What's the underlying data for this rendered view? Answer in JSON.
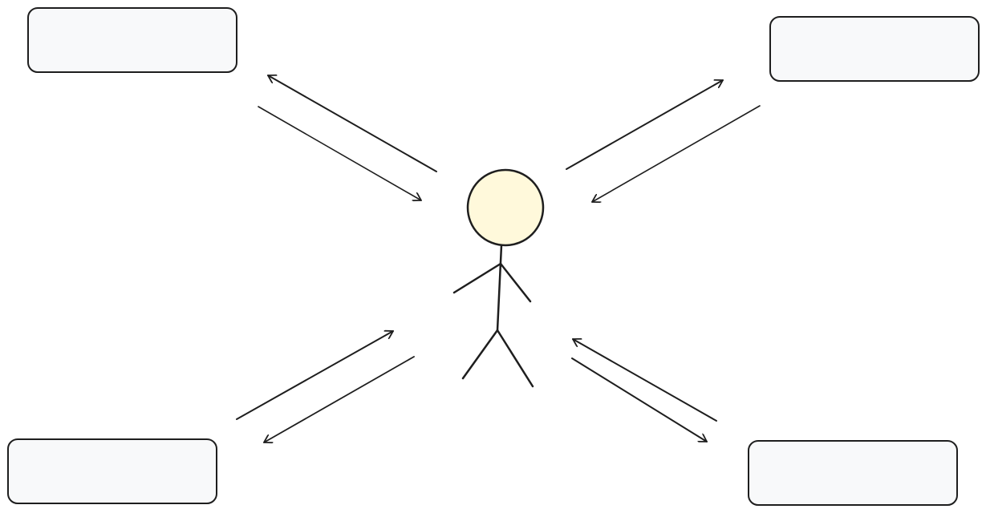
{
  "colors": {
    "stroke": "#1e1e1e",
    "box_fill": "#f8f9fa",
    "head_fill": "#fff9db"
  },
  "boxes": [
    {
      "id": "top-left",
      "label": ""
    },
    {
      "id": "top-right",
      "label": ""
    },
    {
      "id": "bottom-left",
      "label": ""
    },
    {
      "id": "bottom-right",
      "label": ""
    }
  ],
  "person": {
    "label": ""
  },
  "arrows": [
    {
      "from": "person",
      "to": "top-left"
    },
    {
      "from": "top-left",
      "to": "person"
    },
    {
      "from": "person",
      "to": "top-right"
    },
    {
      "from": "top-right",
      "to": "person"
    },
    {
      "from": "person",
      "to": "bottom-left"
    },
    {
      "from": "bottom-left",
      "to": "person"
    },
    {
      "from": "person",
      "to": "bottom-right"
    },
    {
      "from": "bottom-right",
      "to": "person"
    }
  ]
}
